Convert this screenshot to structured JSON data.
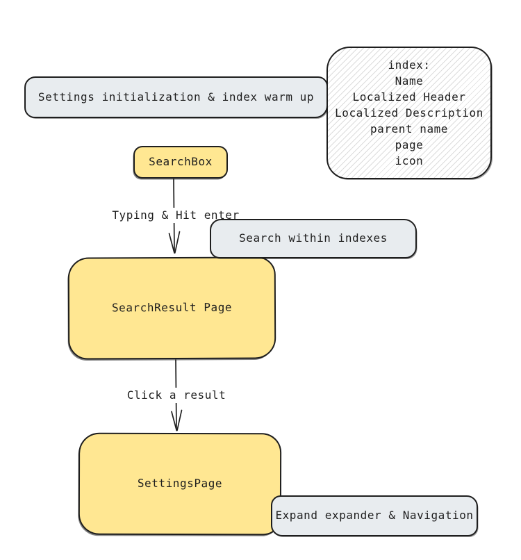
{
  "palette": {
    "canvas": "#ffffff",
    "stroke": "#1e1e1e",
    "text": "#1e1e1e",
    "node_yellow": "#ffe792",
    "node_gray": "#e8ecef",
    "hatch_line": "#dcdcdc"
  },
  "nodes": {
    "settings_init": {
      "label": "Settings initialization & index warm up"
    },
    "index_fields": {
      "lines": [
        "index:",
        "Name",
        "Localized Header",
        "Localized Description",
        "parent name",
        "page",
        "icon"
      ]
    },
    "search_box": {
      "label": "SearchBox"
    },
    "search_within": {
      "label": "Search within indexes"
    },
    "search_result": {
      "label": "SearchResult Page"
    },
    "settings_page": {
      "label": "SettingsPage"
    },
    "expand_nav": {
      "label": "Expand expander & Navigation"
    }
  },
  "edges": {
    "typing_enter": {
      "label": "Typing & Hit enter"
    },
    "click_result": {
      "label": "Click a result"
    }
  }
}
